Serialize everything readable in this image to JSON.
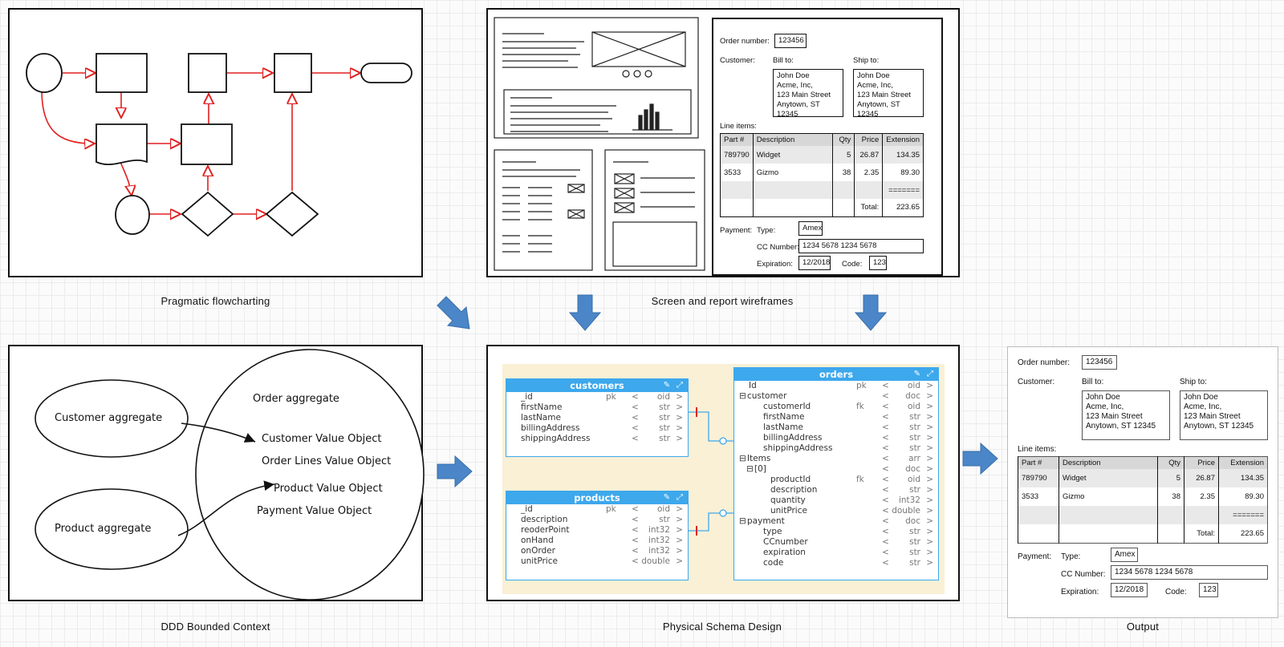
{
  "captions": {
    "flowchart": "Pragmatic flowcharting",
    "wireframes": "Screen and report wireframes",
    "ddd": "DDD Bounded Context",
    "schema": "Physical Schema Design",
    "output": "Output"
  },
  "ddd": {
    "customer_aggregate": "Customer aggregate",
    "product_aggregate": "Product aggregate",
    "order_aggregate": "Order aggregate",
    "value_objects": [
      "Customer Value Object",
      "Order Lines Value Object",
      "Product Value Object",
      "Payment Value Object"
    ]
  },
  "order_form": {
    "order_number_label": "Order number:",
    "order_number": "123456",
    "customer_label": "Customer:",
    "bill_to_label": "Bill to:",
    "ship_to_label": "Ship to:",
    "bill_to": [
      "John Doe",
      "Acme, Inc,",
      "123 Main Street",
      "Anytown, ST 12345"
    ],
    "ship_to": [
      "John Doe",
      "Acme, Inc,",
      "123 Main Street",
      "Anytown, ST 12345"
    ],
    "line_items_label": "Line items:",
    "columns": [
      "Part #",
      "Description",
      "Qty",
      "Price",
      "Extension"
    ],
    "rows": [
      [
        "789790",
        "Widget",
        "5",
        "26.87",
        "134.35"
      ],
      [
        "3533",
        "Gizmo",
        "38",
        "2.35",
        "89.30"
      ]
    ],
    "rule": "=======",
    "total_label": "Total:",
    "total": "223.65",
    "payment_label": "Payment:",
    "type_label": "Type:",
    "type": "Amex",
    "cc_label": "CC Number:",
    "cc": "1234 5678 1234 5678",
    "expiration_label": "Expiration:",
    "expiration": "12/2018",
    "code_label": "Code:",
    "code": "123"
  },
  "schema": {
    "customers": {
      "title": "customers",
      "fields": [
        {
          "name": "_id",
          "key": "pk",
          "type": "oid"
        },
        {
          "name": "firstName",
          "key": "",
          "type": "str"
        },
        {
          "name": "lastName",
          "key": "",
          "type": "str"
        },
        {
          "name": "billingAddress",
          "key": "",
          "type": "str"
        },
        {
          "name": "shippingAddress",
          "key": "",
          "type": "str"
        }
      ]
    },
    "products": {
      "title": "products",
      "fields": [
        {
          "name": "_id",
          "key": "pk",
          "type": "oid"
        },
        {
          "name": "description",
          "key": "",
          "type": "str"
        },
        {
          "name": "reoderPoint",
          "key": "",
          "type": "int32"
        },
        {
          "name": "onHand",
          "key": "",
          "type": "int32"
        },
        {
          "name": "onOrder",
          "key": "",
          "type": "int32"
        },
        {
          "name": "unitPrice",
          "key": "",
          "type": "double"
        }
      ]
    },
    "orders": {
      "title": "orders",
      "fields": [
        {
          "name": "Id",
          "key": "pk",
          "type": "oid",
          "indent": 0,
          "expand": false
        },
        {
          "name": "customer",
          "key": "",
          "type": "doc",
          "indent": 0,
          "expand": true
        },
        {
          "name": "customerId",
          "key": "fk",
          "type": "oid",
          "indent": 2,
          "expand": false
        },
        {
          "name": "firstName",
          "key": "",
          "type": "str",
          "indent": 2,
          "expand": false
        },
        {
          "name": "lastName",
          "key": "",
          "type": "str",
          "indent": 2,
          "expand": false
        },
        {
          "name": "billingAddress",
          "key": "",
          "type": "str",
          "indent": 2,
          "expand": false
        },
        {
          "name": "shippingAddress",
          "key": "",
          "type": "str",
          "indent": 2,
          "expand": false
        },
        {
          "name": "Items",
          "key": "",
          "type": "arr",
          "indent": 0,
          "expand": true
        },
        {
          "name": "[0]",
          "key": "",
          "type": "doc",
          "indent": 1,
          "expand": true
        },
        {
          "name": "productId",
          "key": "fk",
          "type": "oid",
          "indent": 3,
          "expand": false
        },
        {
          "name": "description",
          "key": "",
          "type": "str",
          "indent": 3,
          "expand": false
        },
        {
          "name": "quantity",
          "key": "",
          "type": "int32",
          "indent": 3,
          "expand": false
        },
        {
          "name": "unitPrice",
          "key": "",
          "type": "double",
          "indent": 3,
          "expand": false
        },
        {
          "name": "payment",
          "key": "",
          "type": "doc",
          "indent": 0,
          "expand": true
        },
        {
          "name": "type",
          "key": "",
          "type": "str",
          "indent": 2,
          "expand": false
        },
        {
          "name": "CCnumber",
          "key": "",
          "type": "str",
          "indent": 2,
          "expand": false
        },
        {
          "name": "expiration",
          "key": "",
          "type": "str",
          "indent": 2,
          "expand": false
        },
        {
          "name": "code",
          "key": "",
          "type": "str",
          "indent": 2,
          "expand": false
        }
      ]
    },
    "icons": {
      "edit": "✎",
      "expand": "⤢",
      "collapse": "⊟",
      "lt": "<",
      "gt": ">"
    }
  },
  "colors": {
    "flow_red": "#e02020",
    "arrow_blue": "#4a86c8",
    "table_blue": "#3da8ec",
    "schema_bg": "#faf0d6"
  }
}
